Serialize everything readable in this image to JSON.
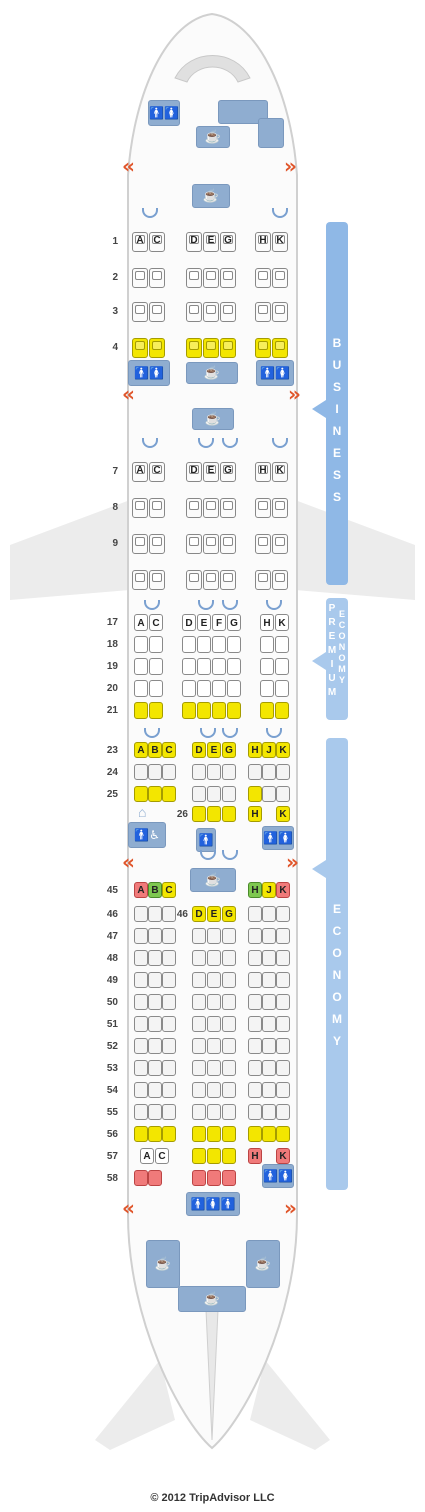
{
  "cabins": {
    "business": {
      "name": "BUSINESS",
      "color": "#8fb8e6"
    },
    "premium": {
      "name_left": "PREMIUM",
      "name_right": "ECONOMY",
      "color": "#a9c9ec"
    },
    "economy": {
      "name": "ECONOMY",
      "color": "#a9c9ec"
    }
  },
  "business_rows": [
    {
      "number": "1",
      "letters": [
        "A",
        "C",
        "D",
        "E",
        "G",
        "H",
        "K"
      ],
      "status": "plain"
    },
    {
      "number": "2",
      "letters": [],
      "status": "plain"
    },
    {
      "number": "3",
      "letters": [],
      "status": "plain"
    },
    {
      "number": "4",
      "letters": [],
      "status": "yellow"
    },
    {
      "number": "7",
      "letters": [
        "A",
        "C",
        "D",
        "E",
        "G",
        "H",
        "K"
      ],
      "status": "plain"
    },
    {
      "number": "8",
      "letters": [],
      "status": "plain"
    },
    {
      "number": "9",
      "letters": [],
      "status": "plain"
    },
    {
      "number": "",
      "letters": [],
      "status": "plain"
    }
  ],
  "premium_rows": [
    {
      "number": "17",
      "letters": [
        "A",
        "C",
        "D",
        "E",
        "F",
        "G",
        "H",
        "K"
      ],
      "status": "plain"
    },
    {
      "number": "18",
      "letters": [],
      "status": "plain"
    },
    {
      "number": "19",
      "letters": [],
      "status": "plain"
    },
    {
      "number": "20",
      "letters": [],
      "status": "plain"
    },
    {
      "number": "21",
      "letters": [],
      "status": "yellow"
    }
  ],
  "economy_rows": [
    {
      "number": "23",
      "letters": [
        "A",
        "B",
        "C",
        "D",
        "E",
        "G",
        "H",
        "J",
        "K"
      ]
    },
    {
      "number": "24",
      "letters": []
    },
    {
      "number": "25",
      "letters": []
    },
    {
      "number": "26",
      "letters": [
        "H",
        "K"
      ]
    },
    {
      "number": "45",
      "letters": [
        "A",
        "B",
        "C",
        "H",
        "J",
        "K"
      ]
    },
    {
      "number": "46",
      "letters": [
        "D",
        "E",
        "G"
      ]
    },
    {
      "number": "47",
      "letters": []
    },
    {
      "number": "48",
      "letters": []
    },
    {
      "number": "49",
      "letters": []
    },
    {
      "number": "50",
      "letters": []
    },
    {
      "number": "51",
      "letters": []
    },
    {
      "number": "52",
      "letters": []
    },
    {
      "number": "53",
      "letters": []
    },
    {
      "number": "54",
      "letters": []
    },
    {
      "number": "55",
      "letters": []
    },
    {
      "number": "56",
      "letters": []
    },
    {
      "number": "57",
      "letters": [
        "A",
        "C",
        "H",
        "K"
      ]
    },
    {
      "number": "58",
      "letters": []
    }
  ],
  "legend_colors": {
    "yellow": "#f3e600",
    "red": "#f07a7a",
    "green": "#7ec850",
    "facility": "#8fadd0",
    "exit": "#e0552a"
  },
  "icons": {
    "galley": "coffee-cup-icon",
    "lavatory": "restroom-icon",
    "accessible_lavatory": "wheelchair-icon",
    "closet": "hanger-icon",
    "exit": "exit-chevron-icon",
    "bassinet": "bassinet-icon"
  },
  "copyright": "© 2012 TripAdvisor LLC"
}
